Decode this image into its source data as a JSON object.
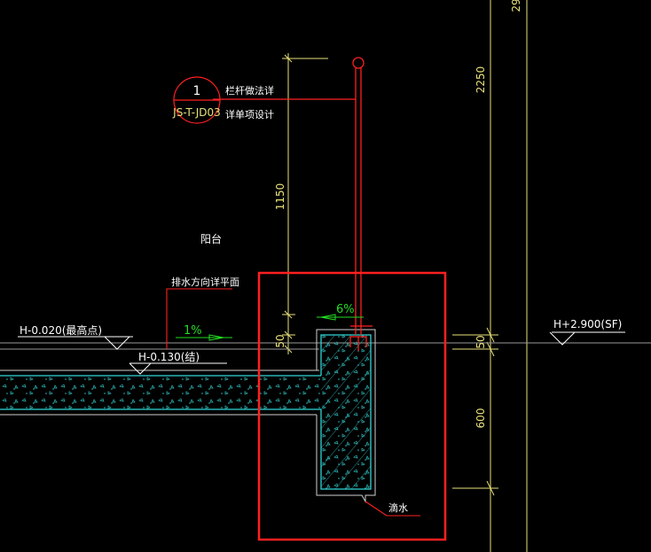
{
  "colors": {
    "background": "#000000",
    "white": "#ffffff",
    "yellow": "#e8e27a",
    "red": "#ff2020",
    "green": "#22dd22",
    "cyan": "#2fd6d6",
    "grey": "#bdbdbd"
  },
  "detail_callout": {
    "number": "1",
    "sheet_ref": "JS-T-JD03",
    "note_line1": "栏杆做法详",
    "note_line2": "详单项设计"
  },
  "room_label": "阳台",
  "drainage_note": "排水方向详平面",
  "slopes": {
    "balcony_floor": "1%",
    "curb_top": "6%"
  },
  "elevations": {
    "floor_high_point": "H-0.020(最高点)",
    "structure": "H-0.130(结)",
    "right": "H+2.900(SF)"
  },
  "dimensions": {
    "railing_top": "2250",
    "railing_height": "1150",
    "curb_left": "50",
    "curb_right": "50",
    "beam_depth": "600",
    "top_cut": "29"
  },
  "drip_label": "滴水"
}
